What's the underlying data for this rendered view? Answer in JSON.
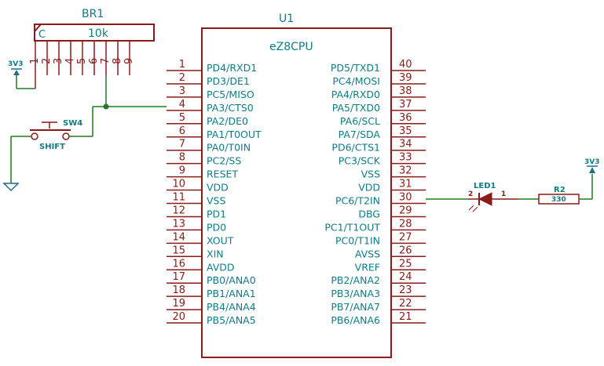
{
  "u1": {
    "ref": "U1",
    "value": "eZ8CPU",
    "left_pins": [
      {
        "num": "1",
        "name": "PD4/RXD1"
      },
      {
        "num": "2",
        "name": "PD3/DE1"
      },
      {
        "num": "3",
        "name": "PC5/MISO"
      },
      {
        "num": "4",
        "name": "PA3/CTS0"
      },
      {
        "num": "5",
        "name": "PA2/DE0"
      },
      {
        "num": "6",
        "name": "PA1/T0OUT"
      },
      {
        "num": "7",
        "name": "PA0/T0IN"
      },
      {
        "num": "8",
        "name": "PC2/SS"
      },
      {
        "num": "9",
        "name": "RESET"
      },
      {
        "num": "10",
        "name": "VDD"
      },
      {
        "num": "11",
        "name": "VSS"
      },
      {
        "num": "12",
        "name": "PD1"
      },
      {
        "num": "13",
        "name": "PD0"
      },
      {
        "num": "14",
        "name": "XOUT"
      },
      {
        "num": "15",
        "name": "XIN"
      },
      {
        "num": "16",
        "name": "AVDD"
      },
      {
        "num": "17",
        "name": "PB0/ANA0"
      },
      {
        "num": "18",
        "name": "PB1/ANA1"
      },
      {
        "num": "19",
        "name": "PB4/ANA4"
      },
      {
        "num": "20",
        "name": "PB5/ANA5"
      }
    ],
    "right_pins": [
      {
        "num": "40",
        "name": "PD5/TXD1"
      },
      {
        "num": "39",
        "name": "PC4/MOSI"
      },
      {
        "num": "38",
        "name": "PA4/RXD0"
      },
      {
        "num": "37",
        "name": "PA5/TXD0"
      },
      {
        "num": "36",
        "name": "PA6/SCL"
      },
      {
        "num": "35",
        "name": "PA7/SDA"
      },
      {
        "num": "34",
        "name": "PD6/CTS1"
      },
      {
        "num": "33",
        "name": "PC3/SCK"
      },
      {
        "num": "32",
        "name": "VSS"
      },
      {
        "num": "31",
        "name": "VDD"
      },
      {
        "num": "30",
        "name": "PC6/T2IN"
      },
      {
        "num": "29",
        "name": "DBG"
      },
      {
        "num": "28",
        "name": "PC1/T1OUT"
      },
      {
        "num": "27",
        "name": "PC0/T1IN"
      },
      {
        "num": "26",
        "name": "AVSS"
      },
      {
        "num": "25",
        "name": "VREF"
      },
      {
        "num": "24",
        "name": "PB2/ANA2"
      },
      {
        "num": "23",
        "name": "PB3/ANA3"
      },
      {
        "num": "22",
        "name": "PB7/ANA7"
      },
      {
        "num": "21",
        "name": "PB6/ANA6"
      }
    ]
  },
  "br1": {
    "ref": "BR1",
    "value": "10k",
    "common_label": "C",
    "pins": [
      "1",
      "2",
      "3",
      "4",
      "5",
      "6",
      "7",
      "8",
      "9"
    ]
  },
  "sw4": {
    "ref": "SW4",
    "value": "SHIFT"
  },
  "led1": {
    "ref": "LED1",
    "pin2": "2",
    "pin1": "1"
  },
  "r2": {
    "ref": "R2",
    "value": "330"
  },
  "power": {
    "left": "3V3",
    "right": "3V3"
  },
  "colors": {
    "wire": "#1e7a1e",
    "body": "#8b1a1a",
    "text": "#0e7c86",
    "power": "#1f6f8b"
  }
}
